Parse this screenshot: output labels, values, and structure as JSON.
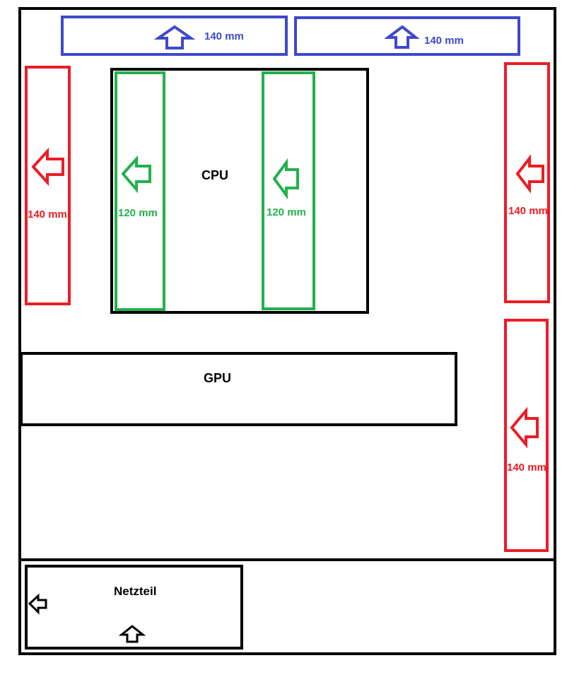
{
  "colors": {
    "case": "#000000",
    "top_fans": "#3f48cc",
    "side_fans": "#ed1c24",
    "cpu_fans": "#22b14c",
    "psu": "#000000",
    "background": "#ffffff"
  },
  "labels": {
    "top_fan_left": "140 mm",
    "top_fan_right": "140 mm",
    "rear_fan": "140 mm",
    "front_fan_upper": "140 mm",
    "front_fan_lower": "140 mm",
    "cpu_fan_left": "120 mm",
    "cpu_fan_right": "120 mm",
    "cpu": "CPU",
    "gpu": "GPU",
    "psu": "Netzteil"
  },
  "icons": {
    "top_fan_arrow": "arrow-up-icon",
    "side_fan_arrow": "arrow-left-icon",
    "cpu_fan_arrow": "arrow-left-icon",
    "psu_rear_arrow": "arrow-left-icon",
    "psu_intake_arrow": "arrow-up-icon"
  }
}
